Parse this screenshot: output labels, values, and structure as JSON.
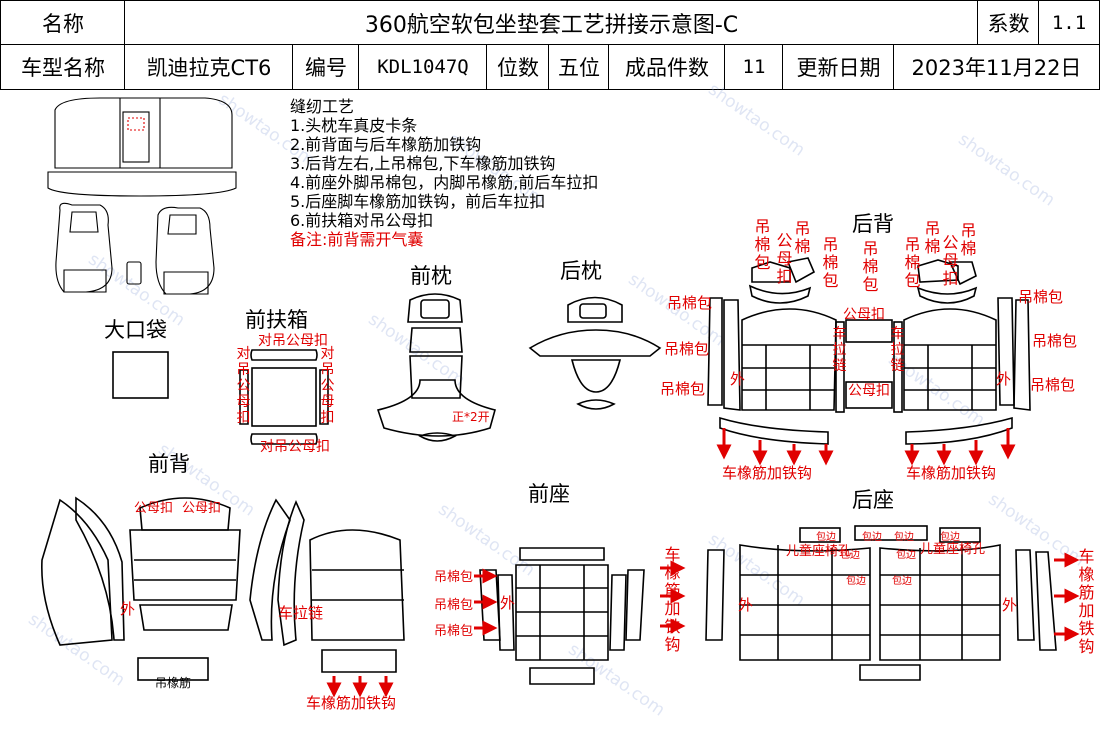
{
  "header": {
    "name_label": "名称",
    "title": "360航空软包坐垫套工艺拼接示意图-C",
    "coef_label": "系数",
    "coef_value": "1.1",
    "car_label": "车型名称",
    "car_value": "凯迪拉克CT6",
    "code_label": "编号",
    "code_value": "KDL1047Q",
    "seat_label": "位数",
    "seat_value": "五位",
    "pieces_label": "成品件数",
    "pieces_value": "11",
    "date_label": "更新日期",
    "date_value": "2023年11月22日"
  },
  "notes": {
    "title": "缝纫工艺",
    "items": [
      "1.头枕车真皮卡条",
      "2.前背面与后车橡筋加铁钩",
      "3.后背左右,上吊棉包,下车橡筋加铁钩",
      "4.前座外脚吊棉包，内脚吊橡筋,前后车拉扣",
      "5.后座脚车橡筋加铁钩，前后车拉扣",
      "6.前扶箱对吊公母扣"
    ],
    "remark": "备注:前背需开气囊"
  },
  "sections": {
    "big_pocket": "大口袋",
    "front_armrest": "前扶箱",
    "front_headrest": "前枕",
    "rear_headrest": "后枕",
    "rear_back": "后背",
    "front_back": "前背",
    "front_seat": "前座",
    "rear_seat": "后座"
  },
  "annotations": {
    "male_female_buckle_pair": "对吊公母扣",
    "hang_cotton_bag": "吊棉包",
    "hang_cotton": "吊棉",
    "hang_cotton_vertical": "吊棉包",
    "male_female_buckle": "公母扣",
    "public_buckle": "公母扣",
    "outer": "外",
    "car_zipper": "车拉链",
    "zipper": "车拉链",
    "rubber_hook": "车橡筋加铁钩",
    "hang_rubber": "吊橡筋",
    "front_2_open": "正*2开",
    "child_seat_hole": "儿童座椅孔",
    "wrap_edge": "包边"
  },
  "colors": {
    "annotation": "#e00000",
    "outline": "#000000",
    "watermark": "#8fa4d8"
  }
}
